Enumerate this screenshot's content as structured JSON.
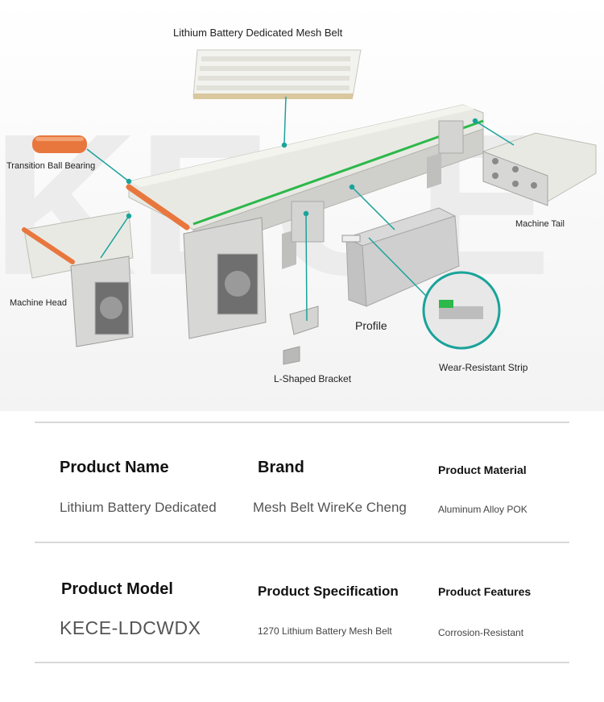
{
  "diagram": {
    "watermark": "KECE",
    "labels": {
      "mesh_belt": "Lithium Battery Dedicated Mesh Belt",
      "transition_ball_bearing": "Transition Ball Bearing",
      "machine_tail": "Machine Tail",
      "machine_head": "Machine Head",
      "profile": "Profile",
      "l_shaped_bracket": "L-Shaped Bracket",
      "wear_resistant_strip": "Wear-Resistant Strip"
    },
    "colors": {
      "callout_line": "#1aa39a",
      "belt_edge_green": "#2db84a",
      "bearing_orange": "#e8773d",
      "aluminum": "#c8c8c8"
    }
  },
  "specs": {
    "row1": [
      {
        "heading": "Product Name",
        "value": "Lithium Battery Dedicated"
      },
      {
        "heading": "Brand",
        "value": "Mesh Belt WireKe Cheng"
      },
      {
        "heading": "Product Material",
        "value": "Aluminum Alloy POK"
      }
    ],
    "row2": [
      {
        "heading": "Product Model",
        "value": "KECE-LDCWDX"
      },
      {
        "heading": "Product Specification",
        "value": "1270 Lithium Battery Mesh Belt"
      },
      {
        "heading": "Product Features",
        "value": "Corrosion-Resistant"
      }
    ]
  }
}
